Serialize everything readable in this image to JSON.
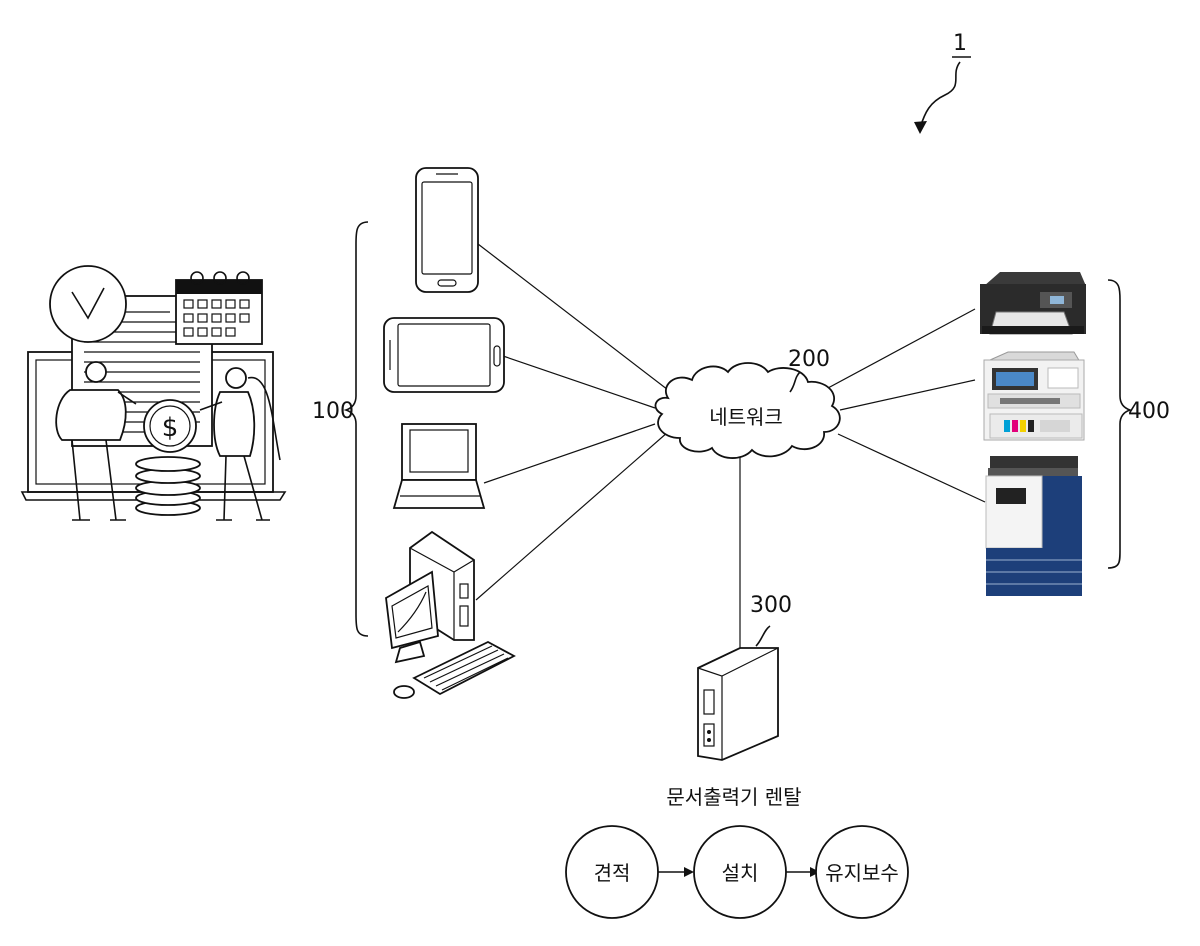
{
  "figure_ref": "1",
  "terminals_ref": "100",
  "network": {
    "ref": "200",
    "label": "네트워크"
  },
  "server": {
    "ref": "300",
    "caption": "문서출력기 렌탈"
  },
  "printers_ref": "400",
  "process": {
    "steps": [
      "견적",
      "설치",
      "유지보수"
    ]
  },
  "colors": {
    "line": "#111111",
    "printer_dark": "#2b2b2b",
    "copier_blue": "#1d3f7a",
    "paper": "#ffffff"
  },
  "icons": [
    "smartphone-icon",
    "tablet-icon",
    "laptop-icon",
    "desktop-pc-icon",
    "server-tower-icon",
    "inkjet-printer-icon",
    "office-inkjet-printer-icon",
    "multifunction-copier-icon",
    "rental-finance-illustration"
  ]
}
